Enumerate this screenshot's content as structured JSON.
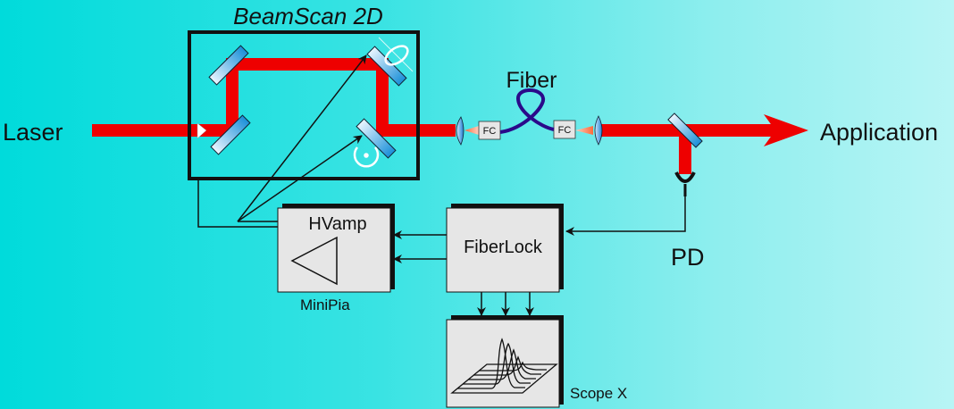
{
  "title": "BeamScan 2D",
  "labels": {
    "laser": "Laser",
    "fiber": "Fiber",
    "application": "Application",
    "pd": "PD",
    "fc_left": "FC",
    "fc_right": "FC"
  },
  "blocks": {
    "hvamp": {
      "label": "HVamp",
      "caption": "MiniPia"
    },
    "fiberlock": {
      "label": "FiberLock"
    },
    "scope": {
      "caption": "Scope X"
    }
  },
  "colors": {
    "beam": "#ee0000",
    "fiber": "#2a0a8a",
    "box_fill": "#e6e6e6",
    "outline": "#111111",
    "background_left": "#00dbdb",
    "background_right": "#b8f5f5"
  }
}
